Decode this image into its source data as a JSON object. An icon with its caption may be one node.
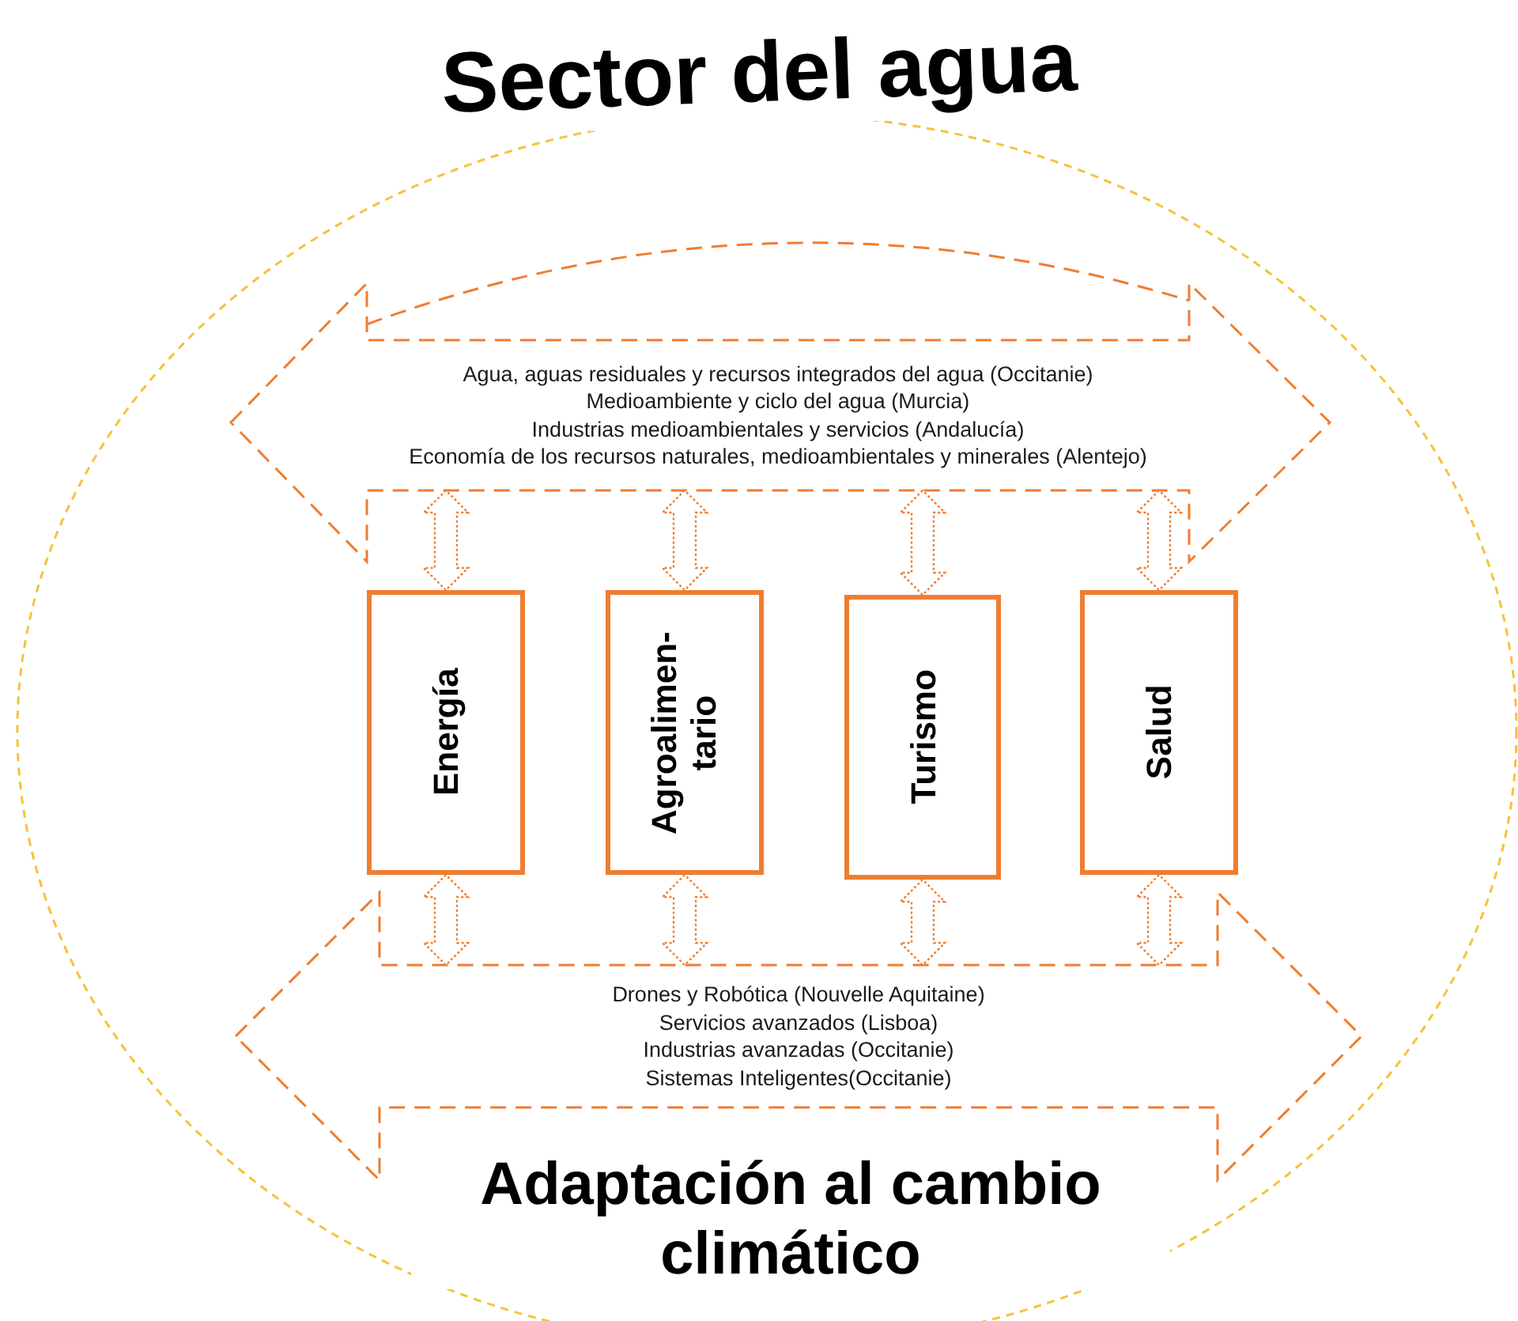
{
  "diagram": {
    "nodes": [
      {
        "text": [
          "Sector del agua",
          "Adaptación al cambio climático"
        ]
      },
      {
        "text": [
          "Agua, aguas residuales y recursos integrados del agua (Occitanie)",
          "Medioambiente y ciclo del agua (Murcia)",
          "Industrias medioambientales y servicios (Andalucía)",
          "Economía de los recursos naturales, medioambientales y minerales (Alentejo)"
        ],
        "in": 0
      },
      {
        "text": [
          "Drones y Robótica (Nouvelle Aquitaine)",
          "Servicios avanzados (Lisboa)",
          "Industrias avanzadas (Occitanie)",
          "Sistemas Inteligentes(Occitanie)"
        ],
        "in": 0
      },
      {
        "text": [
          "Energía"
        ],
        "in": 0
      },
      {
        "text": [
          "Agroalimen-tario"
        ],
        "in": 0
      },
      {
        "text": [
          "Turismo"
        ],
        "in": 0
      },
      {
        "text": [
          "Salud"
        ],
        "in": 0
      }
    ],
    "edges": [
      {
        "from": 1,
        "to": 3,
        "arrow": "both",
        "style": "dashed"
      },
      {
        "from": 1,
        "to": 4,
        "arrow": "both",
        "style": "dashed"
      },
      {
        "from": 1,
        "to": 5,
        "arrow": "both",
        "style": "dashed"
      },
      {
        "from": 1,
        "to": 6,
        "arrow": "both",
        "style": "dashed"
      },
      {
        "from": 3,
        "to": 2,
        "arrow": "both",
        "style": "dashed"
      },
      {
        "from": 4,
        "to": 2,
        "arrow": "both",
        "style": "dashed"
      },
      {
        "from": 5,
        "to": 2,
        "arrow": "both",
        "style": "dashed"
      },
      {
        "from": 6,
        "to": 2,
        "arrow": "both",
        "style": "dashed"
      }
    ]
  }
}
